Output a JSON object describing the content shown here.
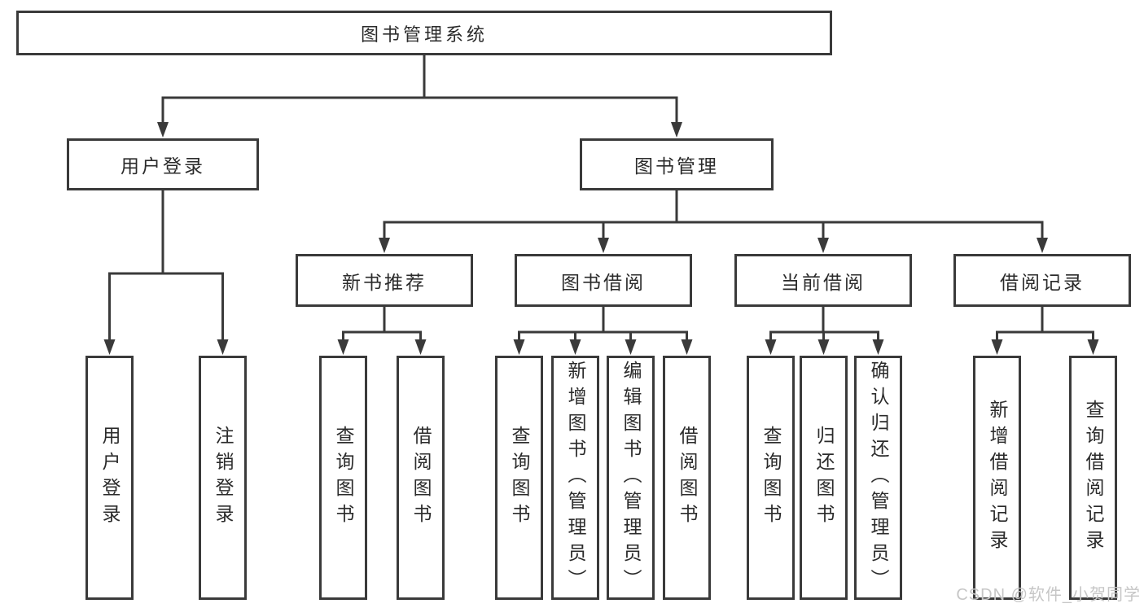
{
  "nodes": {
    "root": "图书管理系统",
    "user_login": "用户登录",
    "book_mgmt": "图书管理",
    "new_book_rec": "新书推荐",
    "book_borrow": "图书借阅",
    "current_borrow": "当前借阅",
    "borrow_record": "借阅记录",
    "leaf_user_login": "用户登录",
    "leaf_logout": "注销登录",
    "leaf_rec_query_books": "查询图书",
    "leaf_rec_borrow_books": "借阅图书",
    "leaf_bor_query_books": "查询图书",
    "leaf_bor_add_books": "新增图书（管理员）",
    "leaf_bor_edit_books": "编辑图书（管理员）",
    "leaf_bor_borrow_books": "借阅图书",
    "leaf_cur_query_books": "查询图书",
    "leaf_cur_return_books": "归还图书",
    "leaf_cur_confirm_return": "确认归还（管理员）",
    "leaf_log_add_record": "新增借阅记录",
    "leaf_log_query_record": "查询借阅记录"
  },
  "watermark": "CSDN @软件_小贺同学",
  "colors": {
    "line": "#3a3a3a",
    "box_fill": "#ffffff",
    "text": "#2b2b2b",
    "watermark": "#c6c6c6"
  }
}
